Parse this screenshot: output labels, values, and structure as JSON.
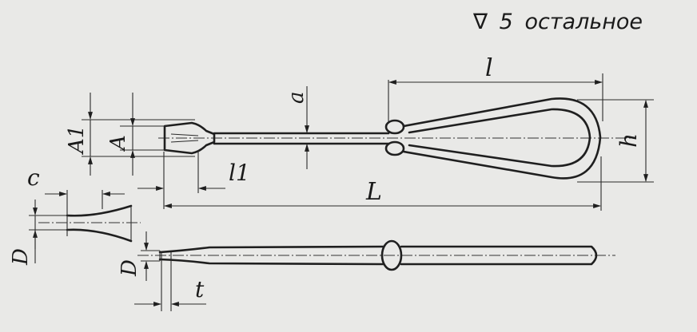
{
  "surface_note": {
    "symbol": "∇",
    "roughness_class": "5",
    "text": "остальное"
  },
  "dimensions": {
    "loop_length": "l",
    "loop_height": "h",
    "wire_diameter": "a",
    "head_outer_height": "A1",
    "head_inner_height": "A",
    "head_length": "l1",
    "total_length": "L",
    "flat_end_offset": "c",
    "flat_width": "D",
    "side_diameter": "D",
    "side_thickness": "t"
  }
}
